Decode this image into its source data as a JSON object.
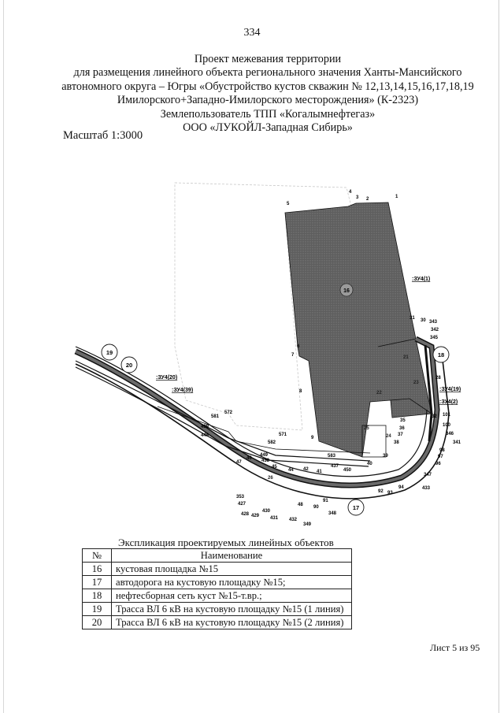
{
  "page_number": "334",
  "title_lines": [
    "Проект межевания территории",
    "для размещения линейного объекта регионального значения Ханты-Мансийского",
    "автономного округа – Югры «Обустройство кустов скважин № 12,13,14,15,16,17,18,19",
    "Имилорского+Западно-Имилорского месторождения» (К-2323)",
    "Землепользователь ТПП «Когалымнефтегаз»",
    "ООО «ЛУКОЙЛ-Западная Сибирь»"
  ],
  "scale": "Масштаб 1:3000",
  "map": {
    "colors": {
      "fill": "#6a6a6a",
      "line": "#111111",
      "light": "#c8c8c8"
    },
    "zone_labels": [
      ":ЗУ4(1)",
      ":ЗУ4(20)",
      ":ЗУ4(39)",
      ":ЗУ4(19)",
      ":ЗУ4(2)"
    ],
    "object_circles": [
      "16",
      "17",
      "18",
      "19",
      "20"
    ],
    "area_labels": [
      "21",
      "22",
      "23",
      "24",
      "25",
      "26"
    ],
    "points": [
      "1",
      "2",
      "3",
      "4",
      "5",
      "6",
      "7",
      "8",
      "9",
      "28",
      "30",
      "31",
      "32",
      "35",
      "36",
      "37",
      "38",
      "39",
      "40",
      "41",
      "42",
      "44",
      "45",
      "46",
      "47",
      "48",
      "90",
      "91",
      "92",
      "93",
      "94",
      "96",
      "97",
      "98",
      "100",
      "101",
      "342",
      "343",
      "345",
      "346",
      "347",
      "348",
      "349",
      "341",
      "353",
      "427",
      "428",
      "429",
      "430",
      "431",
      "432",
      "433",
      "437",
      "438",
      "439",
      "448",
      "449",
      "450",
      "571",
      "572",
      "581",
      "582",
      "583"
    ]
  },
  "legend": {
    "title": "Экспликация проектируемых линейных объектов",
    "headers": [
      "№",
      "Наименование"
    ],
    "rows": [
      [
        "16",
        "кустовая площадка №15"
      ],
      [
        "17",
        "автодорога на кустовую площадку №15;"
      ],
      [
        "18",
        "нефтесборная сеть куст №15-т.вр.;"
      ],
      [
        "19",
        "Трасса ВЛ 6 кВ на кустовую площадку №15 (1 линия)"
      ],
      [
        "20",
        "Трасса ВЛ 6 кВ на кустовую площадку №15 (2 линия)"
      ]
    ]
  },
  "sheet_label": "Лист  5 из 95"
}
